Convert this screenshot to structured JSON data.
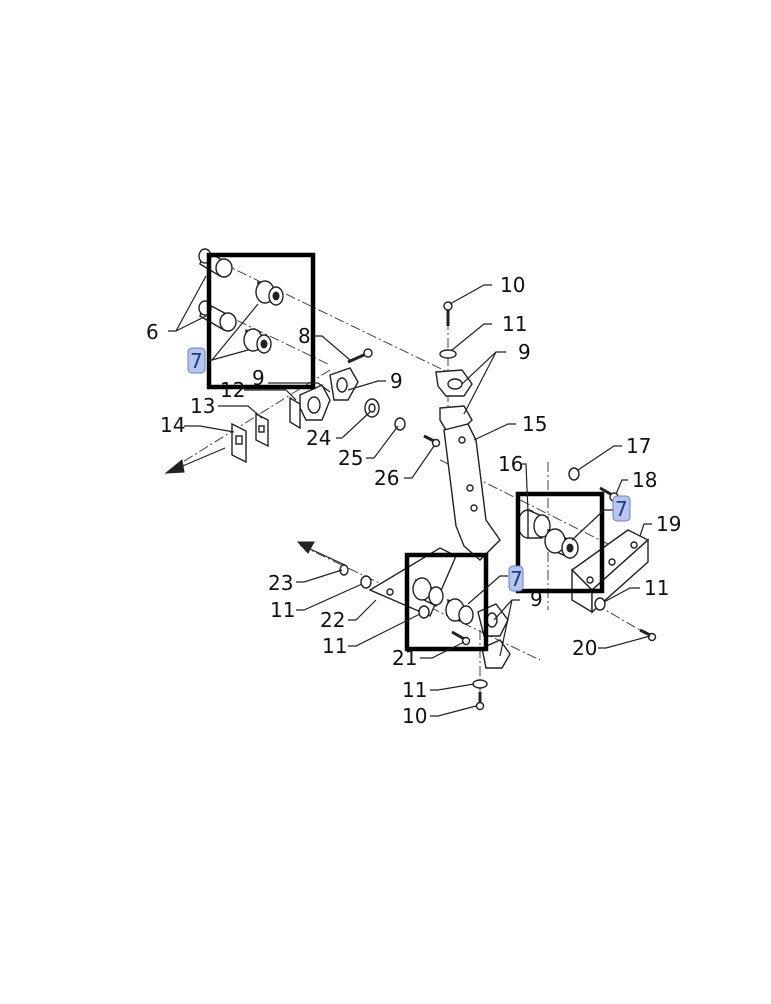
{
  "diagram": {
    "callouts": {
      "c6": "6",
      "c7a": "7",
      "c7b": "7",
      "c7c": "7",
      "c8": "8",
      "c9a": "9",
      "c9b": "9",
      "c9c": "9",
      "c9d": "9",
      "c10a": "10",
      "c10b": "10",
      "c11a": "11",
      "c11b": "11",
      "c11c": "11",
      "c11d": "11",
      "c11e": "11",
      "c12": "12",
      "c13": "13",
      "c14": "14",
      "c15": "15",
      "c16": "16",
      "c17": "17",
      "c18": "18",
      "c19": "19",
      "c20": "20",
      "c21": "21",
      "c22": "22",
      "c23": "23",
      "c24": "24",
      "c25": "25",
      "c26": "26"
    },
    "highlight_color": "#b8c6ee",
    "box_color": "#000000"
  }
}
